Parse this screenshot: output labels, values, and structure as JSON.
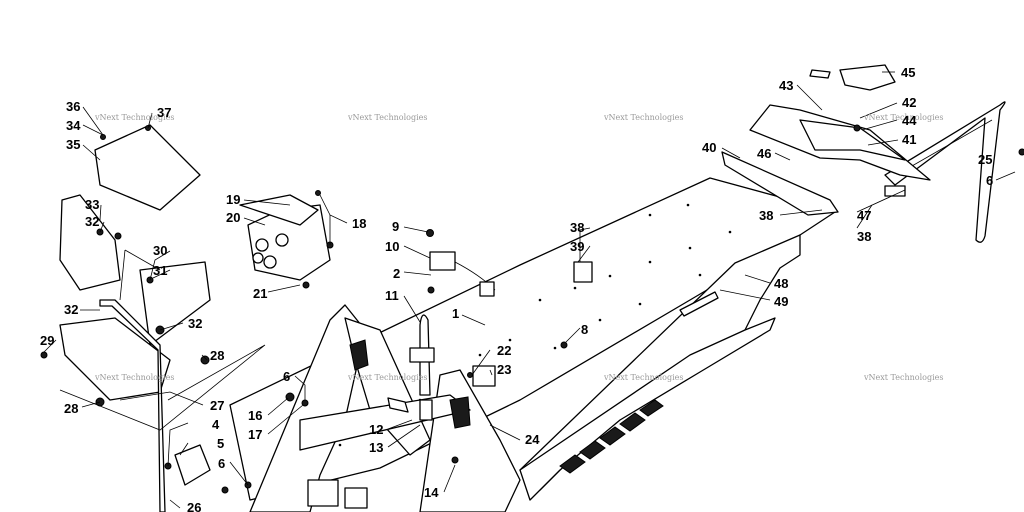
{
  "watermark": "vNext Technologies",
  "labels": [
    "1",
    "2",
    "4",
    "5",
    "6",
    "6",
    "6",
    "8",
    "9",
    "10",
    "11",
    "12",
    "13",
    "14",
    "16",
    "17",
    "18",
    "19",
    "20",
    "21",
    "22",
    "23",
    "24",
    "25",
    "26",
    "27",
    "28",
    "28",
    "29",
    "30",
    "31",
    "32",
    "32",
    "32",
    "33",
    "34",
    "35",
    "36",
    "37",
    "38",
    "38",
    "38",
    "39",
    "40",
    "41",
    "42",
    "43",
    "44",
    "45",
    "46",
    "47",
    "48",
    "49"
  ]
}
